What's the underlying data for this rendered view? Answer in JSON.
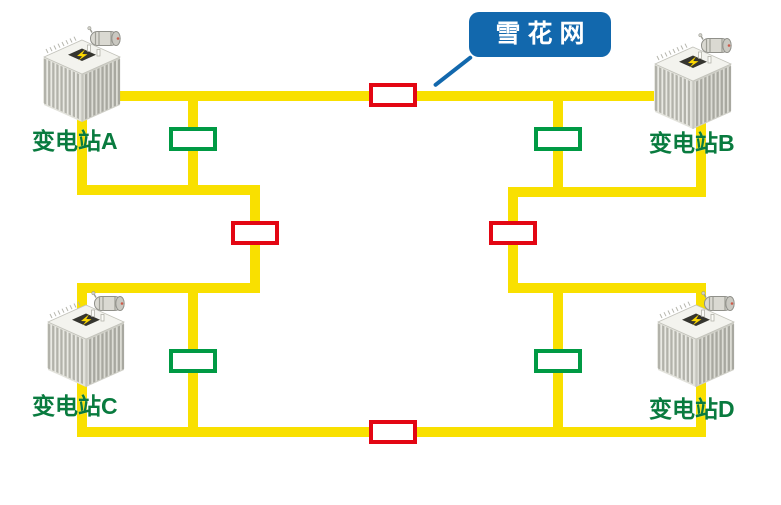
{
  "diagram": {
    "callout": {
      "label": "雪花网"
    },
    "stations": [
      {
        "id": "A",
        "label": "变电站A",
        "position": "top-left"
      },
      {
        "id": "B",
        "label": "变电站B",
        "position": "top-right"
      },
      {
        "id": "C",
        "label": "变电站C",
        "position": "bottom-left"
      },
      {
        "id": "D",
        "label": "变电站D",
        "position": "bottom-right"
      }
    ],
    "switches": [
      {
        "id": "top-feeder-switch",
        "state": "closed"
      },
      {
        "id": "left-upper-tie-switch",
        "state": "open"
      },
      {
        "id": "right-upper-tie-switch",
        "state": "open"
      },
      {
        "id": "left-middle-switch",
        "state": "closed"
      },
      {
        "id": "right-middle-switch",
        "state": "closed"
      },
      {
        "id": "left-lower-tie-switch",
        "state": "open"
      },
      {
        "id": "right-lower-tie-switch",
        "state": "open"
      },
      {
        "id": "bottom-feeder-switch",
        "state": "closed"
      }
    ],
    "colors": {
      "feeder": "#F9E000",
      "switch-closed": "#E30613",
      "switch-open": "#009A44",
      "station-label": "#097B3F",
      "callout-bg": "#1268AD",
      "callout-text": "#FFFFFF"
    }
  }
}
